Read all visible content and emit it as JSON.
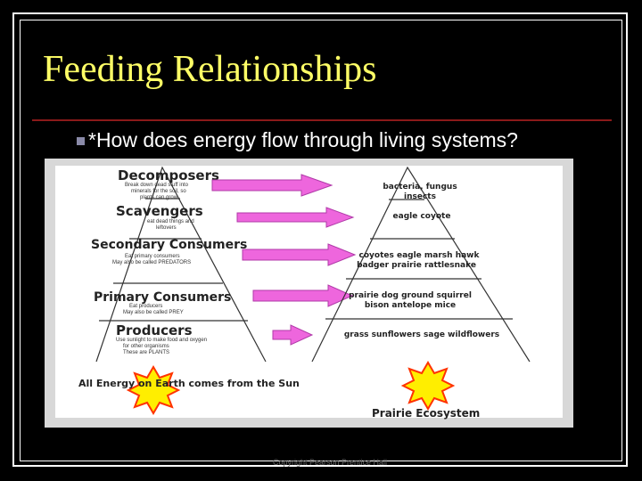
{
  "slide": {
    "title": "Feeding Relationships",
    "bullet": "*How does energy flow through living systems?",
    "footer": "Copyright Pearson Prentice Hall"
  },
  "figure": {
    "levels": [
      {
        "name": "Decomposers",
        "desc": [
          "Break down dead stuff into",
          "minerals for the soil, so",
          "plants can grow"
        ],
        "examples": [
          "bacteria, fungus",
          "insects"
        ]
      },
      {
        "name": "Scavengers",
        "desc": [
          "eat dead things and",
          "leftovers"
        ],
        "examples": [
          "eagle   coyote"
        ]
      },
      {
        "name": "Secondary Consumers",
        "desc": [
          "Eat primary consumers",
          "May also be called PREDATORS"
        ],
        "examples": [
          "coyotes   eagle   marsh hawk",
          "badger   prairie rattlesnake"
        ]
      },
      {
        "name": "Primary Consumers",
        "desc": [
          "Eat producers",
          "May also be called PREY"
        ],
        "examples": [
          "prairie dog        ground squirrel",
          "bison      antelope          mice"
        ]
      },
      {
        "name": "Producers",
        "desc": [
          "Use sunlight to make food and oxygen",
          "for other organisms",
          "These are PLANTS"
        ],
        "examples": [
          "grass   sunflowers   sage   wildflowers"
        ]
      }
    ],
    "sun_caption": "All Energy on Earth comes from the Sun",
    "ecosystem_label": "Prairie Ecosystem"
  },
  "colors": {
    "title": "#ffff66",
    "rule": "#8b1a1a",
    "arrow": "#ee66dd",
    "sun": "#ffee00",
    "sun_edge": "#ff3300"
  }
}
